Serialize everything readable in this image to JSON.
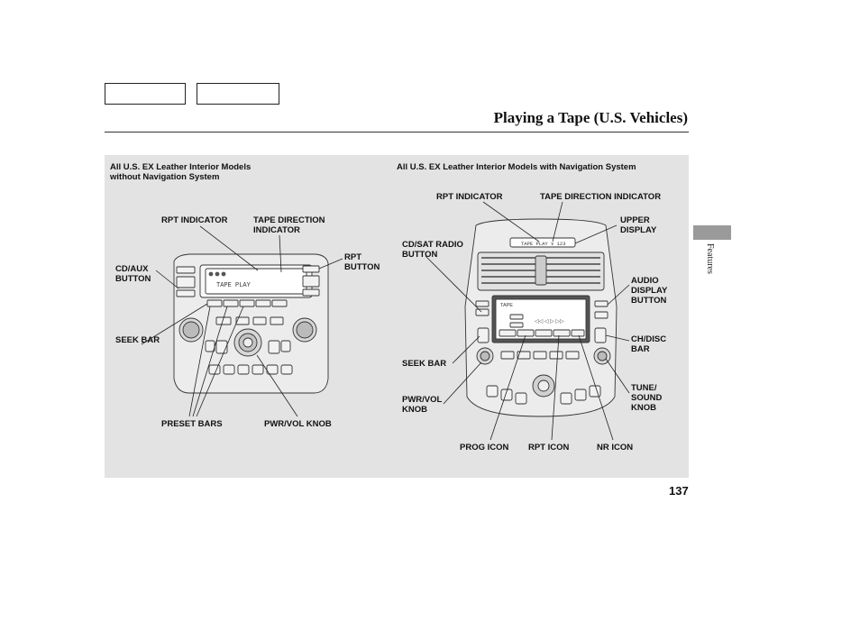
{
  "header": {
    "nav_buttons": [
      "",
      ""
    ],
    "title": "Playing a Tape (U.S. Vehicles)"
  },
  "sidebar": {
    "section": "Features"
  },
  "page_number": "137",
  "left_diagram": {
    "caption": "All U.S. EX Leather Interior Models\nwithout Navigation System",
    "labels": {
      "rpt_indicator": "RPT INDICATOR",
      "tape_direction": "TAPE DIRECTION\nINDICATOR",
      "rpt_button": "RPT\nBUTTON",
      "cd_aux": "CD/AUX\nBUTTON",
      "seek_bar": "SEEK BAR",
      "preset_bars": "PRESET BARS",
      "pwr_vol": "PWR/VOL KNOB"
    },
    "display_text": "TAPE   PLAY"
  },
  "right_diagram": {
    "caption": "All U.S. EX Leather Interior Models with Navigation System",
    "labels": {
      "rpt_indicator": "RPT INDICATOR",
      "tape_direction": "TAPE DIRECTION INDICATOR",
      "upper_display": "UPPER\nDISPLAY",
      "cd_sat": "CD/SAT RADIO\nBUTTON",
      "audio_display": "AUDIO\nDISPLAY\nBUTTON",
      "ch_disc": "CH/DISC\nBAR",
      "seek_bar": "SEEK BAR",
      "tune_sound": "TUNE/\nSOUND\nKNOB",
      "pwr_vol": "PWR/VOL\nKNOB",
      "prog_icon": "PROG ICON",
      "rpt_icon": "RPT ICON",
      "nr_icon": "NR ICON"
    },
    "screen_text": "TAPE",
    "upper_display_text": "TAPE PLAY ∨ 123"
  }
}
